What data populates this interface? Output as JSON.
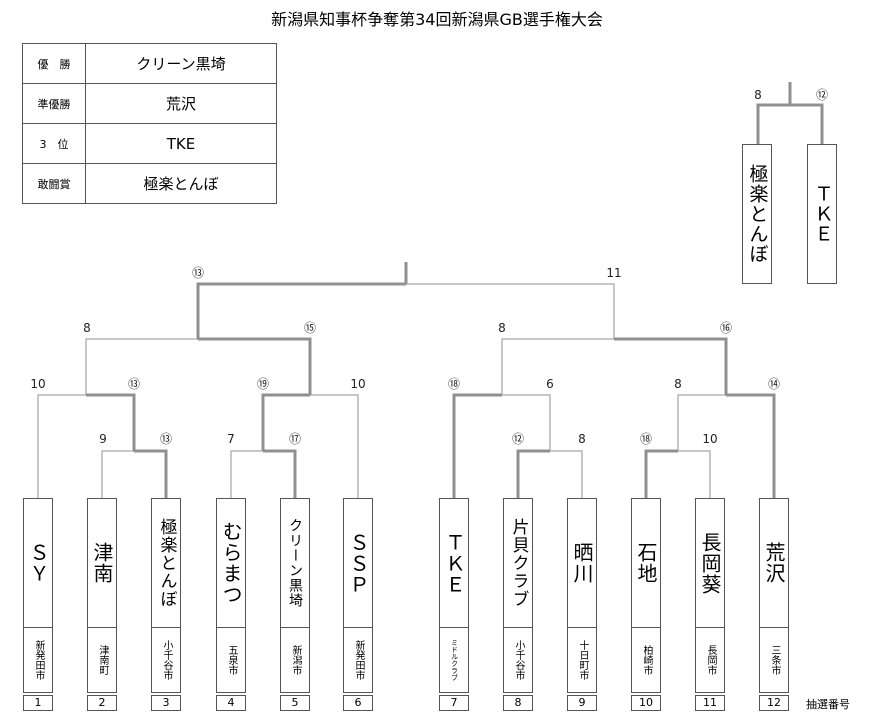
{
  "title": "新潟県知事杯争奪第34回新潟県GB選手権大会",
  "results": [
    {
      "label": "優　勝",
      "value": "クリーン黒埼"
    },
    {
      "label": "準優勝",
      "value": "荒沢"
    },
    {
      "label": "3　位",
      "value": "TKE"
    },
    {
      "label": "敢闘賞",
      "value": "極楽とんぼ"
    }
  ],
  "draw_label": "抽選番号",
  "teams": [
    {
      "name": "ＳＹ",
      "city": "新発田市",
      "draw": "1"
    },
    {
      "name": "津南",
      "city": "津南町",
      "draw": "2"
    },
    {
      "name": "極楽とんぼ",
      "city": "小千谷市",
      "draw": "3"
    },
    {
      "name": "むらまつ",
      "city": "五泉市",
      "draw": "4"
    },
    {
      "name": "クリーン黒埼",
      "city": "新潟市",
      "draw": "5"
    },
    {
      "name": "ＳＳＰ",
      "city": "新発田市",
      "draw": "6"
    },
    {
      "name": "ＴＫＥ",
      "city": "ミドルクラブ",
      "draw": "7"
    },
    {
      "name": "片貝クラブ",
      "city": "小千谷市",
      "draw": "8"
    },
    {
      "name": "晒川",
      "city": "十日町市",
      "draw": "9"
    },
    {
      "name": "石地",
      "city": "柏崎市",
      "draw": "10"
    },
    {
      "name": "長岡葵",
      "city": "長岡市",
      "draw": "11"
    },
    {
      "name": "荒沢",
      "city": "三条市",
      "draw": "12"
    }
  ],
  "third_place": {
    "teams": [
      "極楽とんぼ",
      "ＴＫＥ"
    ],
    "counts": [
      "8",
      "⑫"
    ]
  },
  "match_counts": {
    "r1a_l": "9",
    "r1a_r": "⑬",
    "r1b_l": "7",
    "r1b_r": "⑰",
    "r1c_l": "⑫",
    "r1c_r": "8",
    "r1d_l": "⑱",
    "r1d_r": "10",
    "q1_l": "10",
    "q1_r": "⑬",
    "q2_l": "⑲",
    "q2_r": "10",
    "q3_l": "⑱",
    "q3_r": "6",
    "q4_l": "8",
    "q4_r": "⑭",
    "s1_l": "8",
    "s1_r": "⑮",
    "s2_l": "8",
    "s2_r": "⑯",
    "f_l": "⑬",
    "f_r": "11"
  }
}
